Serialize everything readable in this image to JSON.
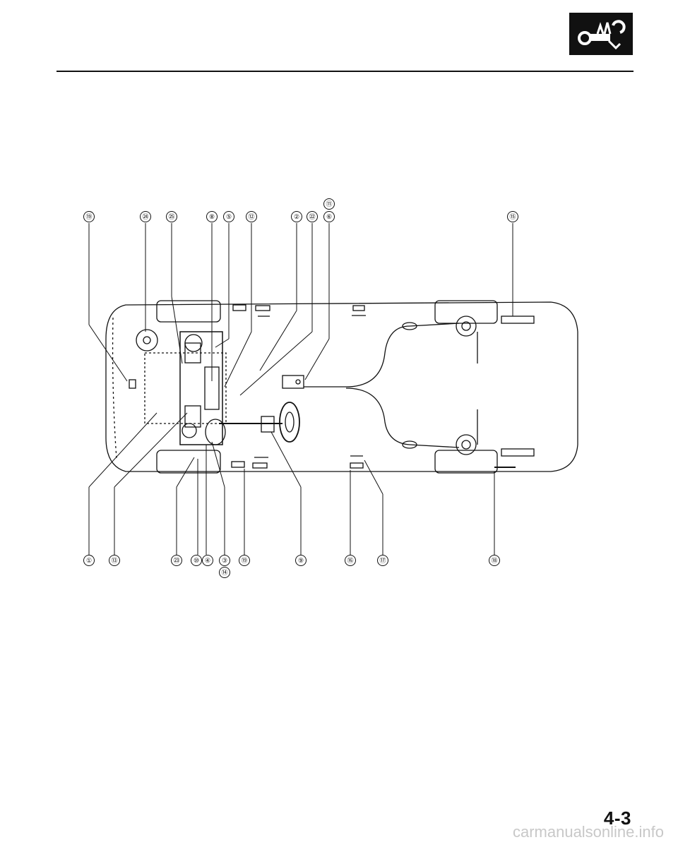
{
  "header": {
    "section_icon": "wrench-hand-icon"
  },
  "diagram": {
    "callouts_top": [
      "⑲",
      "㉔",
      "㉕",
      "⑧",
      "⑤",
      "⑫",
      "②",
      "㉒",
      "⑪",
      "⑥",
      "⑮"
    ],
    "callouts_bottom": [
      "①",
      "⑬",
      "㉓",
      "⑩",
      "④",
      "③",
      "⑲",
      "⑭",
      "⑨",
      "⑯",
      "⑰",
      "⑱"
    ]
  },
  "footer": {
    "page_number": "4-3",
    "watermark": "carmanualsonline.info"
  }
}
